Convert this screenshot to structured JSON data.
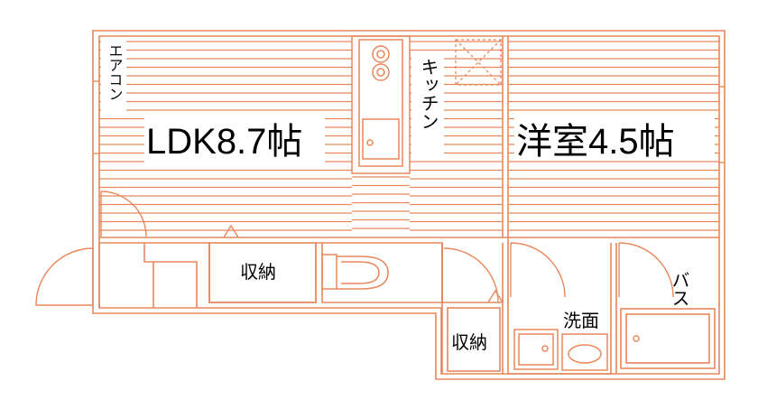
{
  "floor_plan": {
    "colors": {
      "line": "#e8875c",
      "floor_line": "#e8875c",
      "background": "#ffffff",
      "text": "#000000"
    },
    "rooms": {
      "ldk": {
        "label": "LDK8.7帖"
      },
      "western_room": {
        "label": "洋室4.5帖"
      },
      "kitchen": {
        "label": "キッチン"
      },
      "aircon": {
        "label": "エアコン"
      },
      "storage_main": {
        "label": "収納"
      },
      "storage_lower": {
        "label": "収納"
      },
      "washroom": {
        "label": "洗面"
      },
      "bath": {
        "label": "バス"
      }
    }
  }
}
